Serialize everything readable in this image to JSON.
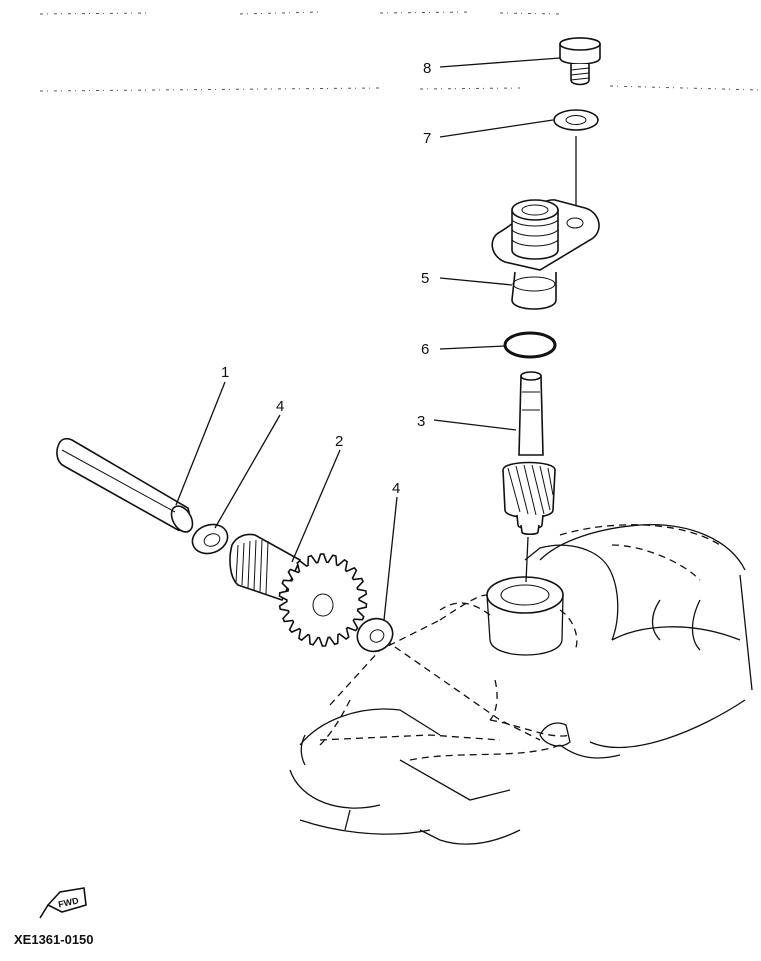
{
  "callouts": [
    {
      "id": "1",
      "text": "1"
    },
    {
      "id": "2",
      "text": "2"
    },
    {
      "id": "3",
      "text": "3"
    },
    {
      "id": "4a",
      "text": "4"
    },
    {
      "id": "4b",
      "text": "4"
    },
    {
      "id": "5",
      "text": "5"
    },
    {
      "id": "6",
      "text": "6"
    },
    {
      "id": "7",
      "text": "7"
    },
    {
      "id": "8",
      "text": "8"
    }
  ],
  "footer": {
    "code": "XE1361-0150",
    "badge": "FWD"
  }
}
